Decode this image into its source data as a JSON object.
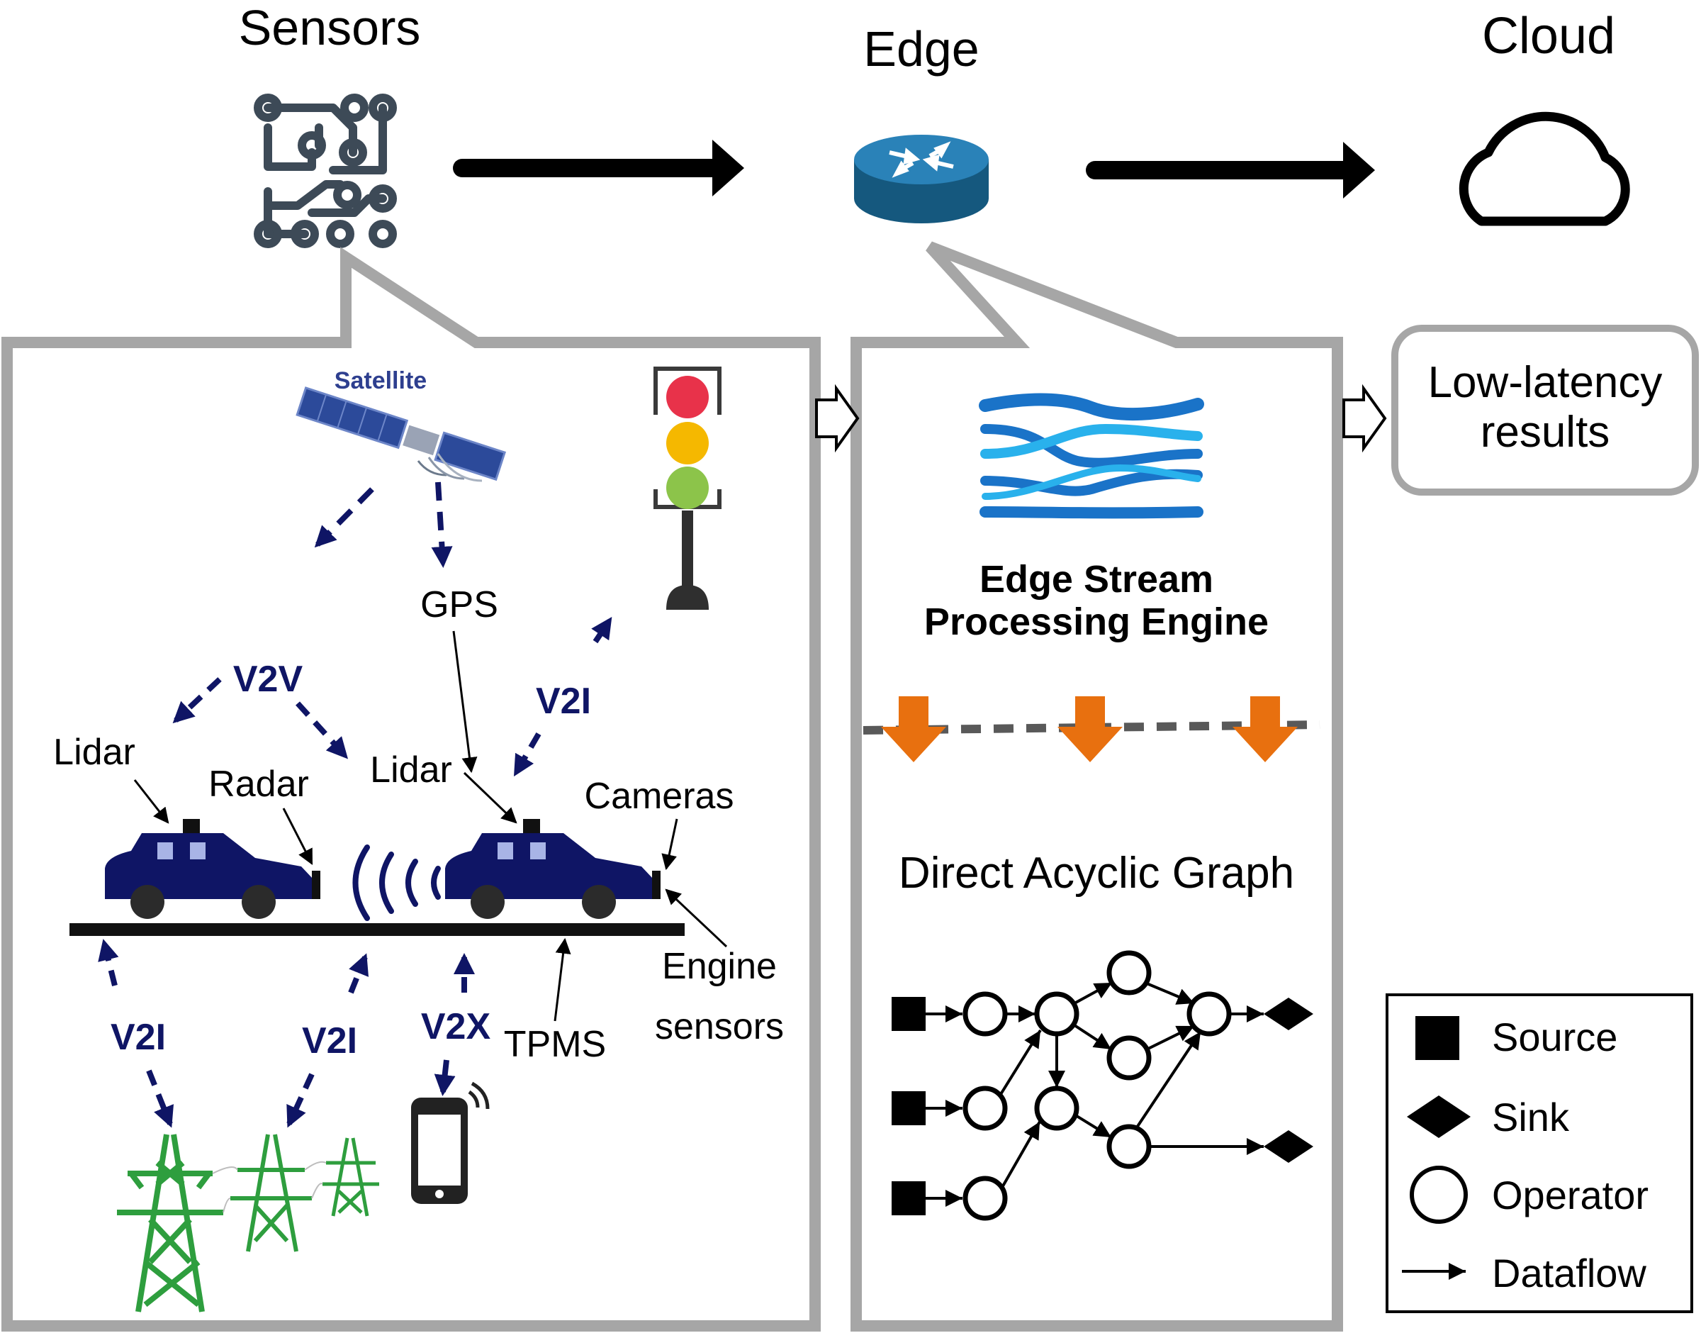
{
  "header": {
    "sensors_title": "Sensors",
    "edge_title": "Edge",
    "cloud_title": "Cloud"
  },
  "sensors_panel": {
    "satellite_label": "Satellite",
    "gps_label": "GPS",
    "v2v_label": "V2V",
    "v2i_top_label": "V2I",
    "lidar_left_label": "Lidar",
    "radar_label": "Radar",
    "lidar_right_label": "Lidar",
    "cameras_label": "Cameras",
    "engine_label_line1": "Engine",
    "engine_label_line2": "sensors",
    "tpms_label": "TPMS",
    "v2i_bottom_left_label": "V2I",
    "v2i_bottom_mid_label": "V2I",
    "v2x_label": "V2X"
  },
  "edge_panel": {
    "engine_title_line1": "Edge Stream",
    "engine_title_line2": "Processing Engine",
    "dag_title": "Direct Acyclic Graph"
  },
  "results_box": {
    "line1": "Low-latency",
    "line2": "results"
  },
  "legend": {
    "source_label": "Source",
    "sink_label": "Sink",
    "operator_label": "Operator",
    "dataflow_label": "Dataflow"
  },
  "colors": {
    "panel_border": "#a6a6a6",
    "navy": "#0f1565",
    "orange": "#e8700f",
    "router_blue": "#1f6fa0",
    "tower_green": "#2e9e3e",
    "stream_blue": "#1a73c8",
    "traffic_red": "#e8324a",
    "traffic_yellow": "#f5b800",
    "traffic_green": "#8cc44a"
  }
}
